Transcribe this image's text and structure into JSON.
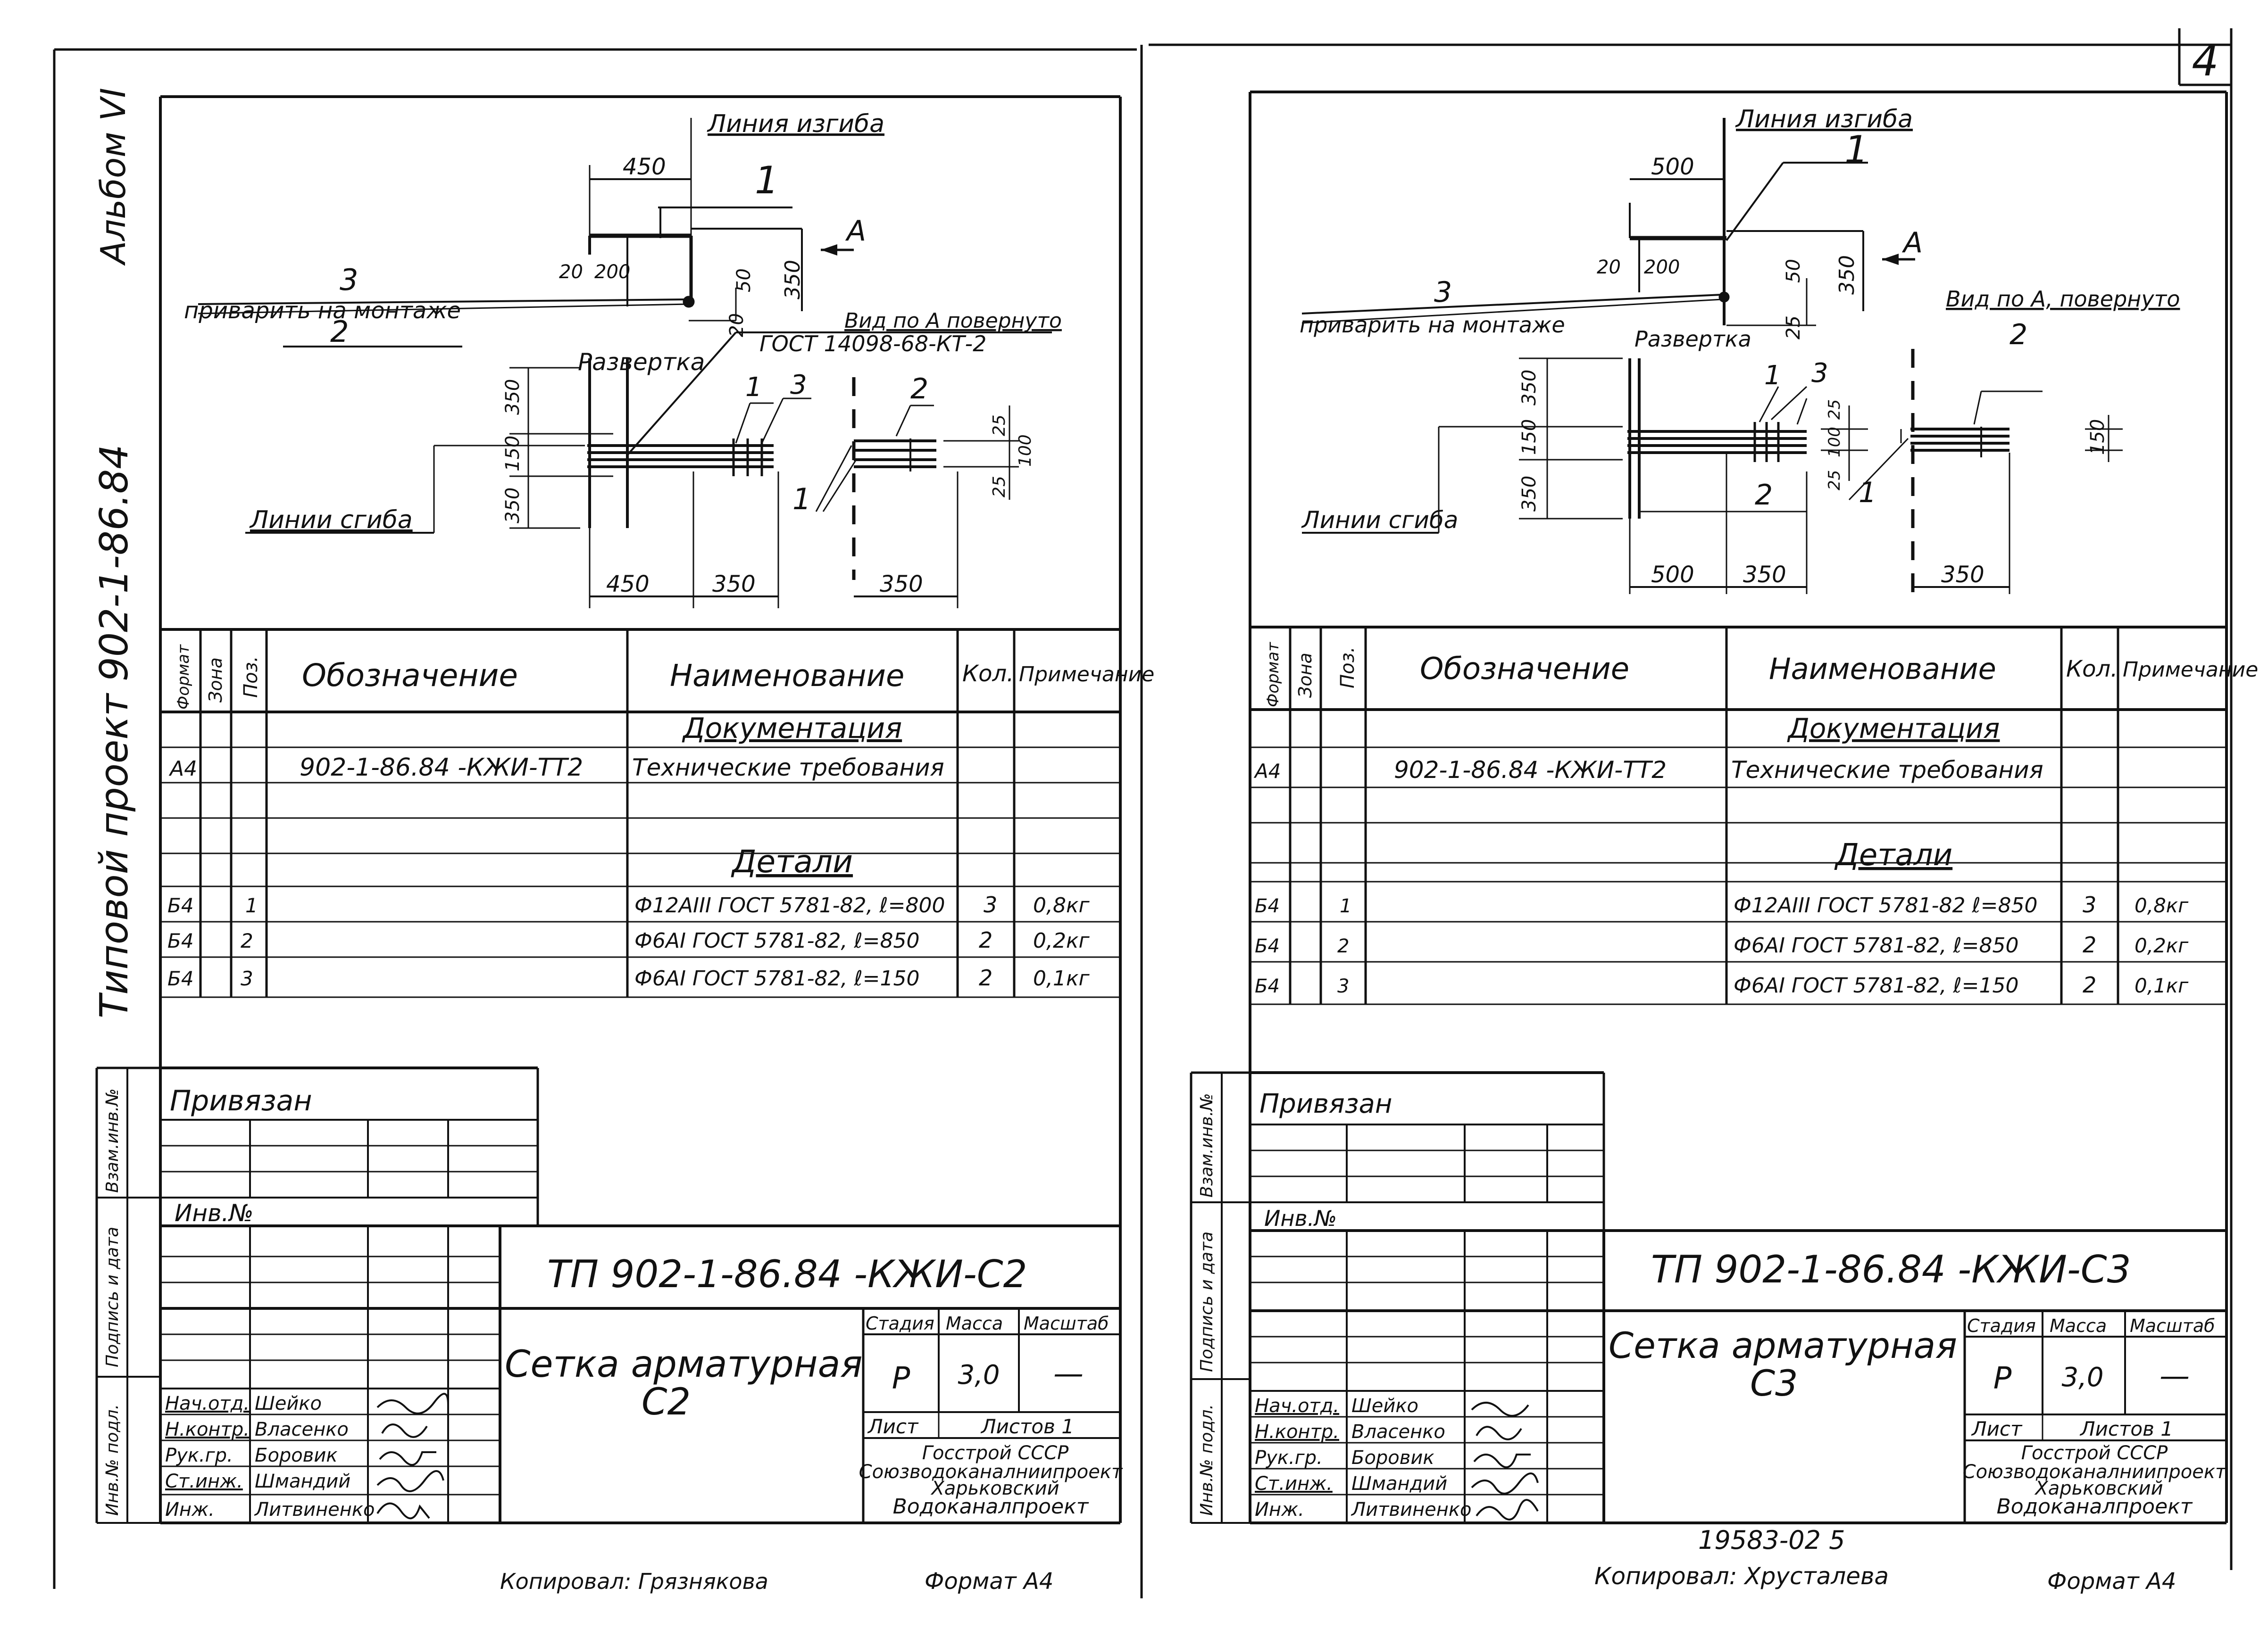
{
  "corner_page_number": "4",
  "side_labels": {
    "album": "Альбом VI",
    "project": "Типовой проект 902-1-86.84"
  },
  "stamp_column_labels": [
    "Инв.№ подл.",
    "Подпись и дата",
    "Взам.инв.№"
  ],
  "spec_headers": {
    "format": "Формат",
    "zone": "Зона",
    "pos": "Поз.",
    "designation": "Обозначение",
    "name": "Наименование",
    "qty": "Кол.",
    "note": "Примечание"
  },
  "bottom_note_center": "19583-02   5",
  "sheets": [
    {
      "drawing": {
        "bend_line_label": "Линия изгиба",
        "dim_top": "450",
        "pos1": "1",
        "pos3": "3",
        "pos2": "2",
        "weld_note": "приварить на монтаже",
        "view_arrow": "А",
        "view_note": "Вид по А повернуто",
        "gost_note": "ГОСТ 14098-68-КТ-2",
        "development_label": "Развертка",
        "bend_lines_label": "Линии сгиба",
        "dims_small": [
          "20",
          "200",
          "50",
          "20",
          "350"
        ],
        "dims_side": [
          "350",
          "150",
          "350"
        ],
        "dims_right": [
          "25",
          "100",
          "25"
        ],
        "dims_bottom": [
          "450",
          "350",
          "350"
        ]
      },
      "spec": {
        "section_doc": "Документация",
        "section_parts": "Детали",
        "rows": [
          {
            "fmt": "А4",
            "zone": "",
            "pos": "",
            "designation": "902-1-86.84 -КЖИ-ТТ2",
            "name": "Технические требования",
            "qty": "",
            "note": ""
          },
          {
            "fmt": "Б4",
            "zone": "",
            "pos": "1",
            "designation": "",
            "name": "Ф12АIII ГОСТ 5781-82, ℓ=800",
            "qty": "3",
            "note": "0,8кг"
          },
          {
            "fmt": "Б4",
            "zone": "",
            "pos": "2",
            "designation": "",
            "name": "Ф6АI ГОСТ 5781-82, ℓ=850",
            "qty": "2",
            "note": "0,2кг"
          },
          {
            "fmt": "Б4",
            "zone": "",
            "pos": "3",
            "designation": "",
            "name": "Ф6АI ГОСТ 5781-82, ℓ=150",
            "qty": "2",
            "note": "0,1кг"
          }
        ]
      },
      "title_block": {
        "linked": "Привязан",
        "inv_no": "Инв.№",
        "code": "ТП 902-1-86.84   -КЖИ-С2",
        "title_line1": "Сетка арматурная",
        "title_line2": "С2",
        "stage_label": "Стадия",
        "mass_label": "Масса",
        "scale_label": "Масштаб",
        "stage": "Р",
        "mass": "3,0",
        "scale": "—",
        "sheet_label": "Лист",
        "sheets_label": "Листов 1",
        "org1": "Госстрой СССР",
        "org2": "Союзводоканалниипроект",
        "org3": "Харьковский",
        "org4": "Водоканалпроект",
        "people": [
          {
            "role": "Нач.отд.",
            "name": "Шейко"
          },
          {
            "role": "Н.контр.",
            "name": "Власенко"
          },
          {
            "role": "Рук.гр.",
            "name": "Боровик"
          },
          {
            "role": "Ст.инж.",
            "name": "Шмандий"
          },
          {
            "role": "Инж.",
            "name": "Литвиненко"
          }
        ]
      },
      "footer_copied": "Копировал: Грязнякова",
      "footer_format": "Формат А4"
    },
    {
      "drawing": {
        "bend_line_label": "Линия изгиба",
        "dim_top": "500",
        "pos1": "1",
        "pos3": "3",
        "pos2": "2",
        "weld_note": "приварить на монтаже",
        "view_arrow": "А",
        "view_note": "Вид по А, повернуто",
        "gost_note": "",
        "development_label": "Развертка",
        "bend_lines_label": "Линии сгиба",
        "dims_small": [
          "20",
          "200",
          "50",
          "25",
          "350"
        ],
        "dims_side": [
          "350",
          "150",
          "350"
        ],
        "dims_right": [
          "25",
          "100",
          "25"
        ],
        "dims_bottom": [
          "500",
          "350",
          "350"
        ]
      },
      "spec": {
        "section_doc": "Документация",
        "section_parts": "Детали",
        "rows": [
          {
            "fmt": "А4",
            "zone": "",
            "pos": "",
            "designation": "902-1-86.84 -КЖИ-ТТ2",
            "name": "Технические требования",
            "qty": "",
            "note": ""
          },
          {
            "fmt": "Б4",
            "zone": "",
            "pos": "1",
            "designation": "",
            "name": "Ф12АIII ГОСТ 5781-82 ℓ=850",
            "qty": "3",
            "note": "0,8кг"
          },
          {
            "fmt": "Б4",
            "zone": "",
            "pos": "2",
            "designation": "",
            "name": "Ф6АI ГОСТ 5781-82, ℓ=850",
            "qty": "2",
            "note": "0,2кг"
          },
          {
            "fmt": "Б4",
            "zone": "",
            "pos": "3",
            "designation": "",
            "name": "Ф6АI ГОСТ 5781-82, ℓ=150",
            "qty": "2",
            "note": "0,1кг"
          }
        ]
      },
      "title_block": {
        "linked": "Привязан",
        "inv_no": "Инв.№",
        "code": "ТП 902-1-86.84  -КЖИ-С3",
        "title_line1": "Сетка арматурная",
        "title_line2": "С3",
        "stage_label": "Стадия",
        "mass_label": "Масса",
        "scale_label": "Масштаб",
        "stage": "Р",
        "mass": "3,0",
        "scale": "—",
        "sheet_label": "Лист",
        "sheets_label": "Листов 1",
        "org1": "Госстрой СССР",
        "org2": "Союзводоканалниипроект",
        "org3": "Харьковский",
        "org4": "Водоканалпроект",
        "people": [
          {
            "role": "Нач.отд.",
            "name": "Шейко"
          },
          {
            "role": "Н.контр.",
            "name": "Власенко"
          },
          {
            "role": "Рук.гр.",
            "name": "Боровик"
          },
          {
            "role": "Ст.инж.",
            "name": "Шмандий"
          },
          {
            "role": "Инж.",
            "name": "Литвиненко"
          }
        ]
      },
      "footer_copied": "Копировал: Хрусталева",
      "footer_format": "Формат А4"
    }
  ]
}
